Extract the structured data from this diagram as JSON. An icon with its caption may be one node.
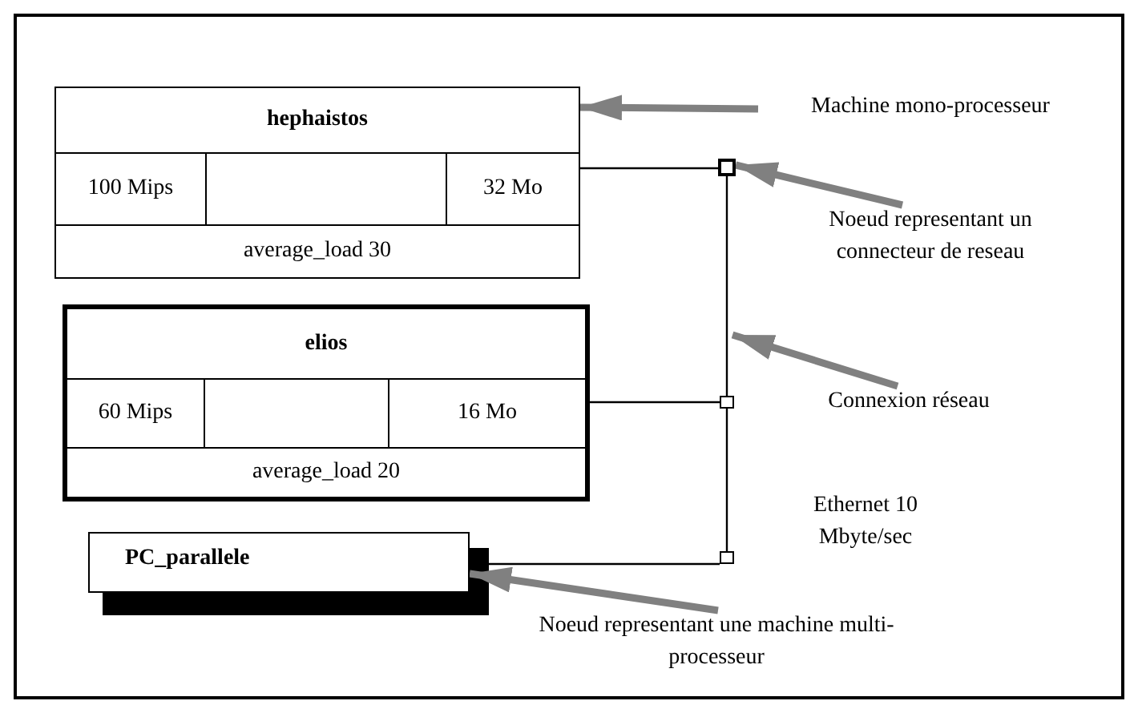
{
  "diagram": {
    "nodes": [
      {
        "text": [
          "hephaistos",
          "100 Mips",
          "32 Mo",
          "average_load 30"
        ]
      },
      {
        "text": [
          "elios",
          "60 Mips",
          "16 Mo",
          "average_load 20"
        ]
      },
      {
        "text": [
          "PC_parallele"
        ]
      },
      {
        "text": [],
        "shape": "box"
      },
      {
        "text": [],
        "shape": "box"
      },
      {
        "text": [],
        "shape": "box"
      },
      {
        "text": [
          "Machine mono-processeur"
        ]
      },
      {
        "text": [
          "Noeud representant un connecteur de reseau"
        ]
      },
      {
        "text": [
          "Connexion réseau"
        ]
      },
      {
        "text": [
          "Noeud representant une machine multi-processeur"
        ]
      }
    ],
    "edges": [
      {
        "from": 0,
        "to": 3,
        "arrow": "none"
      },
      {
        "from": 1,
        "to": 4,
        "arrow": "none"
      },
      {
        "from": 2,
        "to": 5,
        "arrow": "none"
      },
      {
        "from": 3,
        "to": 4,
        "arrow": "none"
      },
      {
        "from": 4,
        "to": 5,
        "arrow": "none"
      },
      {
        "from": 6,
        "to": 0,
        "arrow": "to",
        "style": "thick",
        "color": "#808080"
      },
      {
        "from": 7,
        "to": 3,
        "arrow": "to",
        "style": "thick",
        "color": "#808080"
      },
      {
        "from": 8,
        "to": null,
        "arrow": "to",
        "style": "thick",
        "color": "#808080"
      },
      {
        "from": 9,
        "to": 2,
        "arrow": "to",
        "style": "thick",
        "color": "#808080"
      }
    ],
    "labels": [
      "Ethernet 10 Mbyte/sec"
    ]
  }
}
